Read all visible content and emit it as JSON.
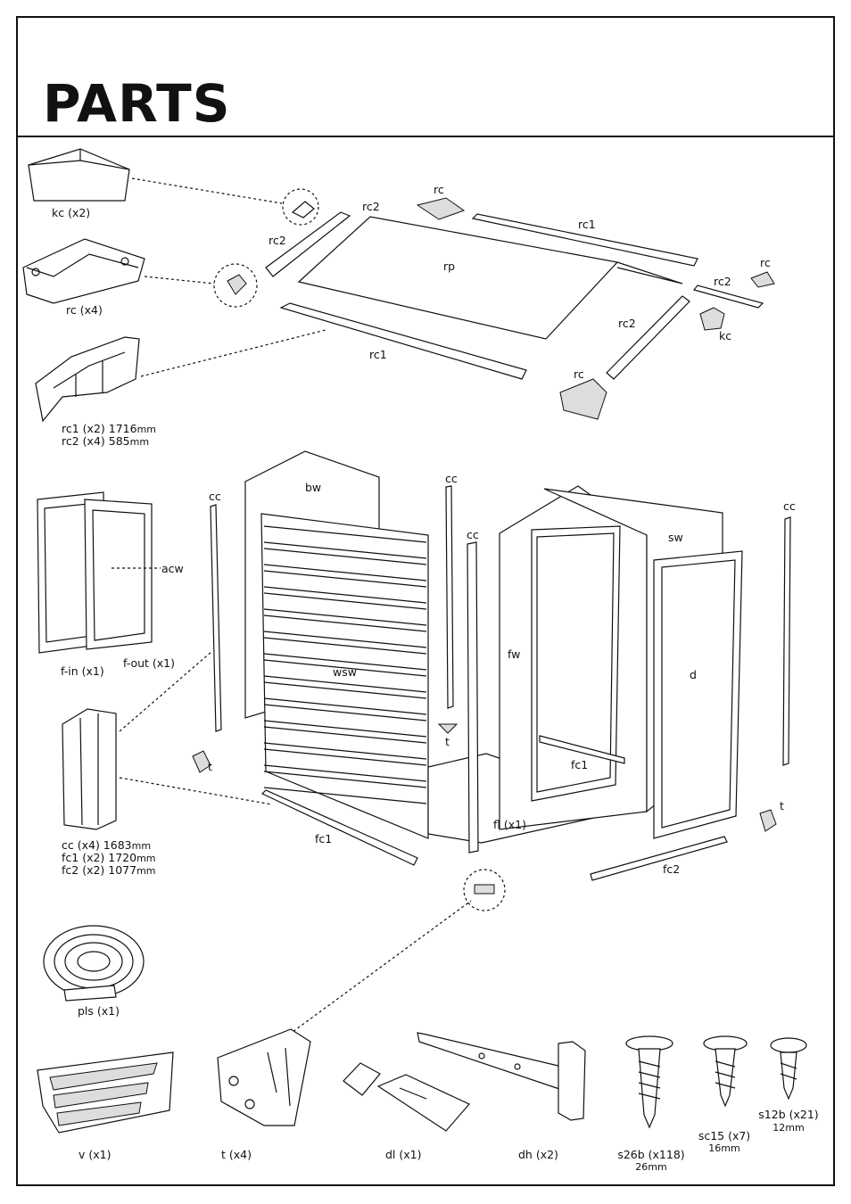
{
  "title": "PARTS",
  "labels": {
    "kc_x2": "kc (x2)",
    "rc_x4": "rc (x4)",
    "rc1_x2": "rc1 (x2) 1716",
    "rc2_x4": "rc2 (x4) 585",
    "mm": "mm",
    "rc": "rc",
    "rc1": "rc1",
    "rc2": "rc2",
    "rp": "rp",
    "kc": "kc",
    "bw": "bw",
    "cc": "cc",
    "acw": "acw",
    "f_in": "f-in (x1)",
    "f_out": "f-out (x1)",
    "wsw": "wsw",
    "fw": "fw",
    "sw": "sw",
    "d": "d",
    "t": "t",
    "fc1": "fc1",
    "fc2": "fc2",
    "fl_x1": "fl (x1)",
    "cc_x4": "cc   (x4) 1683",
    "fc1_x2": "fc1 (x2) 1720",
    "fc2_x2": "fc2 (x2) 1077",
    "pls_x1": "pls (x1)",
    "v_x1": "v (x1)",
    "t_x4": "t (x4)",
    "dl_x1": "dl (x1)",
    "dh_x2": "dh (x2)",
    "s26b": "s26b (x118)",
    "s26b_len": "26mm",
    "sc15": "sc15 (x7)",
    "sc15_len": "16mm",
    "s12b": "s12b (x21)",
    "s12b_len": "12mm"
  }
}
